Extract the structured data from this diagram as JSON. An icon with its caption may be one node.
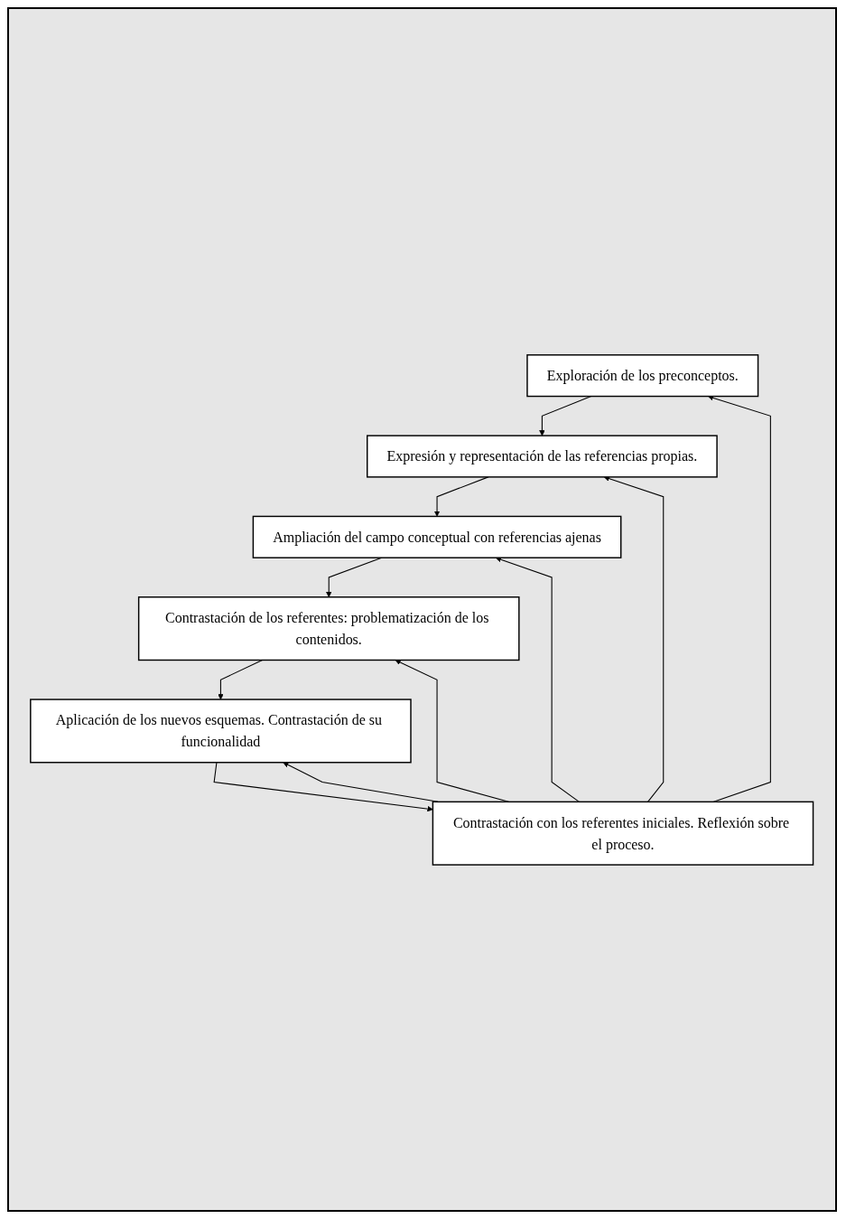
{
  "diagram": {
    "nodes": [
      {
        "text": [
          "Exploración de los preconceptos."
        ]
      },
      {
        "text": [
          "Expresión y representación de las referencias propias."
        ]
      },
      {
        "text": [
          "Ampliación del campo conceptual con referencias ajenas"
        ]
      },
      {
        "text": [
          "Contrastación de los referentes: problematización de los contenidos."
        ]
      },
      {
        "text": [
          "Aplicación de los nuevos esquemas. Contrastación de su funcionalidad"
        ]
      },
      {
        "text": [
          "Contrastación con los referentes iniciales. Reflexión sobre el proceso."
        ]
      }
    ],
    "edges": [
      {
        "from": 0,
        "to": 1,
        "arrow": "to"
      },
      {
        "from": 1,
        "to": 2,
        "arrow": "to"
      },
      {
        "from": 2,
        "to": 3,
        "arrow": "to"
      },
      {
        "from": 3,
        "to": 4,
        "arrow": "to"
      },
      {
        "from": 4,
        "to": 5,
        "arrow": "to"
      },
      {
        "from": 5,
        "to": 0,
        "arrow": "to"
      },
      {
        "from": 5,
        "to": 1,
        "arrow": "to"
      },
      {
        "from": 5,
        "to": 2,
        "arrow": "to"
      },
      {
        "from": 5,
        "to": 3,
        "arrow": "to"
      },
      {
        "from": 5,
        "to": 4,
        "arrow": "to"
      }
    ]
  }
}
